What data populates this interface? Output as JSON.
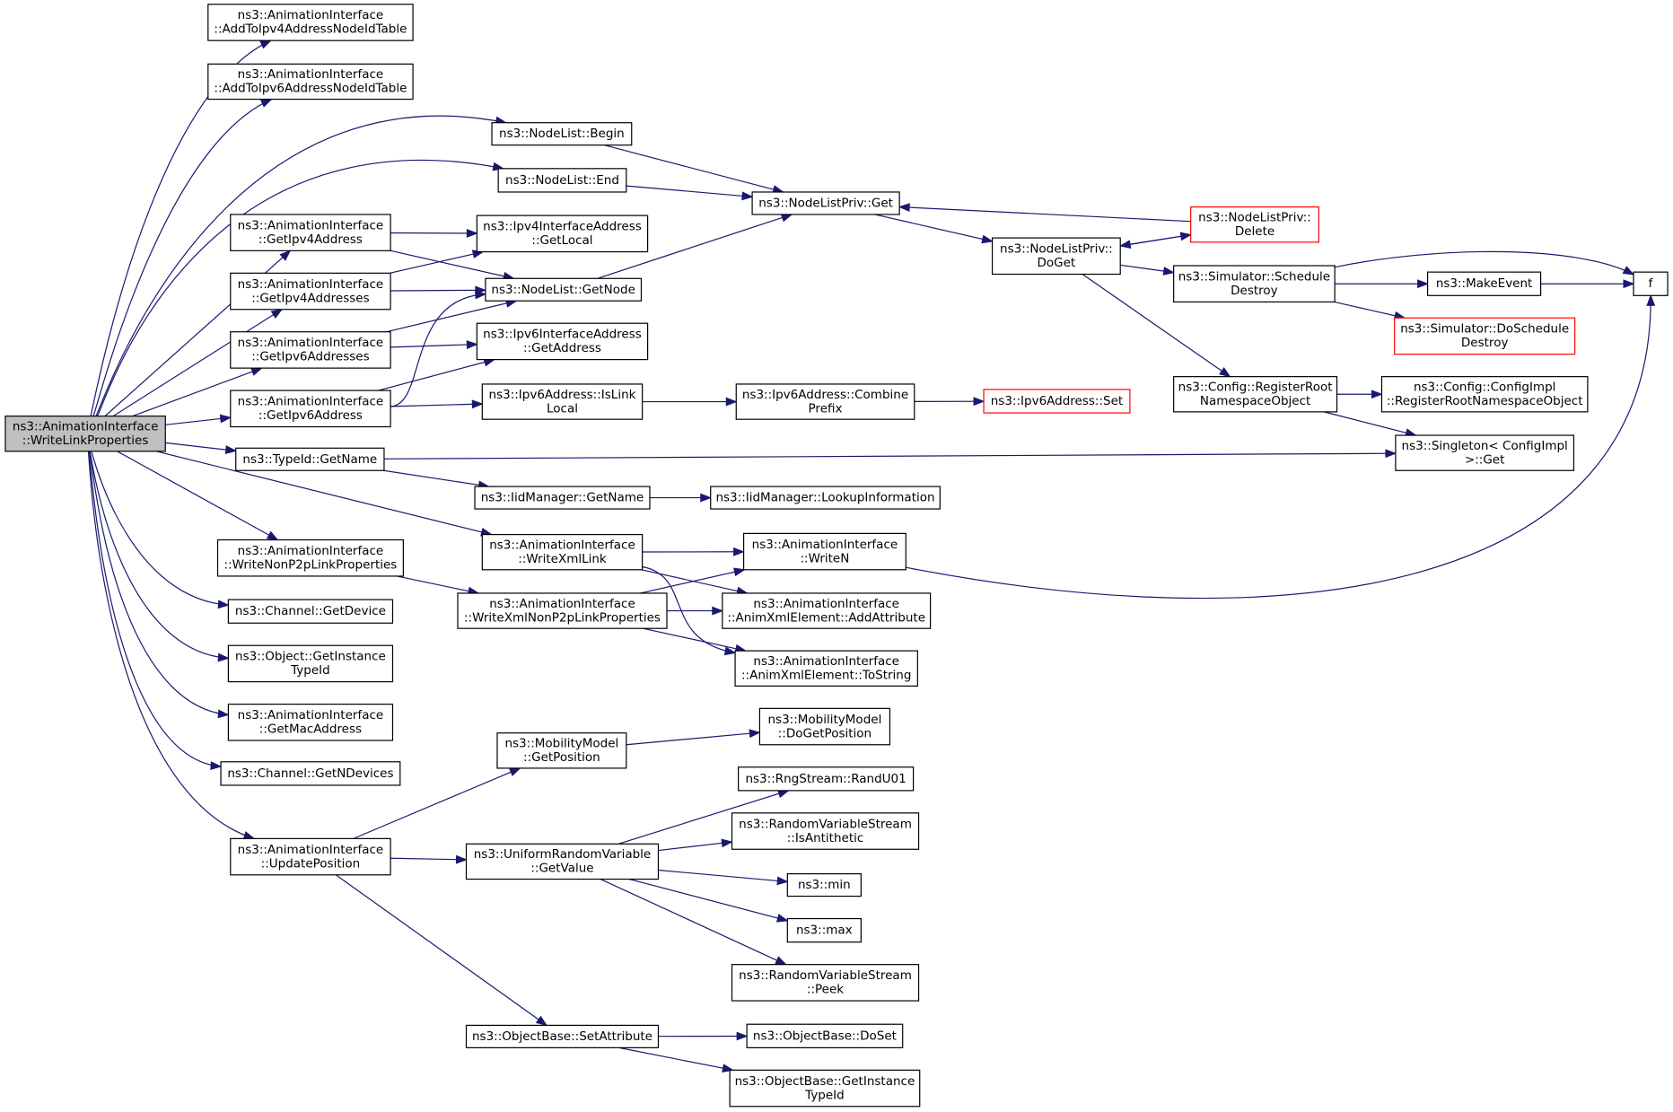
{
  "diagram": {
    "nodes": [
      {
        "id": "root",
        "lines": [
          "ns3::AnimationInterface",
          "::WriteLinkProperties"
        ],
        "style": "root"
      },
      {
        "id": "addv4",
        "lines": [
          "ns3::AnimationInterface",
          "::AddToIpv4AddressNodeIdTable"
        ]
      },
      {
        "id": "addv6",
        "lines": [
          "ns3::AnimationInterface",
          "::AddToIpv6AddressNodeIdTable"
        ]
      },
      {
        "id": "begin",
        "lines": [
          "ns3::NodeList::Begin"
        ]
      },
      {
        "id": "end",
        "lines": [
          "ns3::NodeList::End"
        ]
      },
      {
        "id": "getipv4",
        "lines": [
          "ns3::AnimationInterface",
          "::GetIpv4Address"
        ]
      },
      {
        "id": "getipv4s",
        "lines": [
          "ns3::AnimationInterface",
          "::GetIpv4Addresses"
        ]
      },
      {
        "id": "getipv6s",
        "lines": [
          "ns3::AnimationInterface",
          "::GetIpv6Addresses"
        ]
      },
      {
        "id": "getipv6",
        "lines": [
          "ns3::AnimationInterface",
          "::GetIpv6Address"
        ]
      },
      {
        "id": "typeidname",
        "lines": [
          "ns3::TypeId::GetName"
        ]
      },
      {
        "id": "writenonp2p",
        "lines": [
          "ns3::AnimationInterface",
          "::WriteNonP2pLinkProperties"
        ]
      },
      {
        "id": "chgetdev",
        "lines": [
          "ns3::Channel::GetDevice"
        ]
      },
      {
        "id": "objgettid",
        "lines": [
          "ns3::Object::GetInstance",
          "TypeId"
        ]
      },
      {
        "id": "getmac",
        "lines": [
          "ns3::AnimationInterface",
          "::GetMacAddress"
        ]
      },
      {
        "id": "getndev",
        "lines": [
          "ns3::Channel::GetNDevices"
        ]
      },
      {
        "id": "updpos",
        "lines": [
          "ns3::AnimationInterface",
          "::UpdatePosition"
        ]
      },
      {
        "id": "v4local",
        "lines": [
          "ns3::Ipv4InterfaceAddress",
          "::GetLocal"
        ]
      },
      {
        "id": "getnode",
        "lines": [
          "ns3::NodeList::GetNode"
        ]
      },
      {
        "id": "v6addr",
        "lines": [
          "ns3::Ipv6InterfaceAddress",
          "::GetAddress"
        ]
      },
      {
        "id": "islinklocal",
        "lines": [
          "ns3::Ipv6Address::IsLink",
          "Local"
        ]
      },
      {
        "id": "iidgetname",
        "lines": [
          "ns3::IidManager::GetName"
        ]
      },
      {
        "id": "writexmllink",
        "lines": [
          "ns3::AnimationInterface",
          "::WriteXmlLink"
        ]
      },
      {
        "id": "writexmlnon",
        "lines": [
          "ns3::AnimationInterface",
          "::WriteXmlNonP2pLinkProperties"
        ]
      },
      {
        "id": "mmgetpos",
        "lines": [
          "ns3::MobilityModel",
          "::GetPosition"
        ]
      },
      {
        "id": "urvgetval",
        "lines": [
          "ns3::UniformRandomVariable",
          "::GetValue"
        ]
      },
      {
        "id": "setattr",
        "lines": [
          "ns3::ObjectBase::SetAttribute"
        ]
      },
      {
        "id": "nlpget",
        "lines": [
          "ns3::NodeListPriv::Get"
        ]
      },
      {
        "id": "combine",
        "lines": [
          "ns3::Ipv6Address::Combine",
          "Prefix"
        ]
      },
      {
        "id": "lookup",
        "lines": [
          "ns3::IidManager::LookupInformation"
        ]
      },
      {
        "id": "writen",
        "lines": [
          "ns3::AnimationInterface",
          "::WriteN"
        ]
      },
      {
        "id": "addattr",
        "lines": [
          "ns3::AnimationInterface",
          "::AnimXmlElement::AddAttribute"
        ]
      },
      {
        "id": "tostring",
        "lines": [
          "ns3::AnimationInterface",
          "::AnimXmlElement::ToString"
        ]
      },
      {
        "id": "dogetpos",
        "lines": [
          "ns3::MobilityModel",
          "::DoGetPosition"
        ]
      },
      {
        "id": "randu01",
        "lines": [
          "ns3::RngStream::RandU01"
        ]
      },
      {
        "id": "isanti",
        "lines": [
          "ns3::RandomVariableStream",
          "::IsAntithetic"
        ]
      },
      {
        "id": "min",
        "lines": [
          "ns3::min"
        ]
      },
      {
        "id": "max",
        "lines": [
          "ns3::max"
        ]
      },
      {
        "id": "peek",
        "lines": [
          "ns3::RandomVariableStream",
          "::Peek"
        ]
      },
      {
        "id": "doset",
        "lines": [
          "ns3::ObjectBase::DoSet"
        ]
      },
      {
        "id": "obgettid",
        "lines": [
          "ns3::ObjectBase::GetInstance",
          "TypeId"
        ]
      },
      {
        "id": "nlpdoget",
        "lines": [
          "ns3::NodeListPriv::",
          "DoGet"
        ]
      },
      {
        "id": "v6set",
        "lines": [
          "ns3::Ipv6Address::Set"
        ],
        "style": "truncated"
      },
      {
        "id": "nlpdelete",
        "lines": [
          "ns3::NodeListPriv::",
          "Delete"
        ],
        "style": "truncated"
      },
      {
        "id": "schedestroy",
        "lines": [
          "ns3::Simulator::Schedule",
          "Destroy"
        ]
      },
      {
        "id": "regroot",
        "lines": [
          "ns3::Config::RegisterRoot",
          "NamespaceObject"
        ]
      },
      {
        "id": "makeevent",
        "lines": [
          "ns3::MakeEvent"
        ]
      },
      {
        "id": "doschedule",
        "lines": [
          "ns3::Simulator::DoSchedule",
          "Destroy"
        ],
        "style": "truncated"
      },
      {
        "id": "cfgimpl",
        "lines": [
          "ns3::Config::ConfigImpl",
          "::RegisterRootNamespaceObject"
        ]
      },
      {
        "id": "singleton",
        "lines": [
          "ns3::Singleton< ConfigImpl",
          " >::Get"
        ]
      },
      {
        "id": "f",
        "lines": [
          "f"
        ]
      }
    ],
    "edges": [
      [
        "root",
        "addv4"
      ],
      [
        "root",
        "addv6"
      ],
      [
        "root",
        "begin"
      ],
      [
        "root",
        "end"
      ],
      [
        "root",
        "getipv4"
      ],
      [
        "root",
        "getipv4s"
      ],
      [
        "root",
        "getipv6s"
      ],
      [
        "root",
        "getipv6"
      ],
      [
        "root",
        "typeidname"
      ],
      [
        "root",
        "writexmllink"
      ],
      [
        "root",
        "writenonp2p"
      ],
      [
        "root",
        "chgetdev"
      ],
      [
        "root",
        "objgettid"
      ],
      [
        "root",
        "getmac"
      ],
      [
        "root",
        "getndev"
      ],
      [
        "root",
        "updpos"
      ],
      [
        "begin",
        "nlpget"
      ],
      [
        "end",
        "nlpget"
      ],
      [
        "getipv4",
        "v4local"
      ],
      [
        "getipv4",
        "getnode"
      ],
      [
        "getipv4s",
        "v4local"
      ],
      [
        "getipv4s",
        "getnode"
      ],
      [
        "getipv6s",
        "getnode"
      ],
      [
        "getipv6s",
        "v6addr"
      ],
      [
        "getipv6",
        "getnode"
      ],
      [
        "getipv6",
        "v6addr"
      ],
      [
        "getipv6",
        "islinklocal"
      ],
      [
        "getnode",
        "nlpget"
      ],
      [
        "nlpget",
        "nlpdoget"
      ],
      [
        "nlpdoget",
        "nlpdelete"
      ],
      [
        "nlpdelete",
        "nlpget"
      ],
      [
        "nlpdelete",
        "nlpdoget"
      ],
      [
        "nlpdoget",
        "schedestroy"
      ],
      [
        "nlpdoget",
        "regroot"
      ],
      [
        "schedestroy",
        "f"
      ],
      [
        "schedestroy",
        "makeevent"
      ],
      [
        "schedestroy",
        "doschedule"
      ],
      [
        "makeevent",
        "f"
      ],
      [
        "regroot",
        "cfgimpl"
      ],
      [
        "regroot",
        "singleton"
      ],
      [
        "islinklocal",
        "combine"
      ],
      [
        "combine",
        "v6set"
      ],
      [
        "typeidname",
        "singleton"
      ],
      [
        "typeidname",
        "iidgetname"
      ],
      [
        "iidgetname",
        "lookup"
      ],
      [
        "writexmllink",
        "writen"
      ],
      [
        "writexmllink",
        "addattr"
      ],
      [
        "writexmllink",
        "tostring"
      ],
      [
        "writenonp2p",
        "writexmlnon"
      ],
      [
        "writexmlnon",
        "writen"
      ],
      [
        "writexmlnon",
        "addattr"
      ],
      [
        "writexmlnon",
        "tostring"
      ],
      [
        "writen",
        "f"
      ],
      [
        "updpos",
        "mmgetpos"
      ],
      [
        "updpos",
        "urvgetval"
      ],
      [
        "updpos",
        "setattr"
      ],
      [
        "mmgetpos",
        "dogetpos"
      ],
      [
        "urvgetval",
        "randu01"
      ],
      [
        "urvgetval",
        "isanti"
      ],
      [
        "urvgetval",
        "min"
      ],
      [
        "urvgetval",
        "max"
      ],
      [
        "urvgetval",
        "peek"
      ],
      [
        "setattr",
        "doset"
      ],
      [
        "setattr",
        "obgettid"
      ]
    ]
  }
}
